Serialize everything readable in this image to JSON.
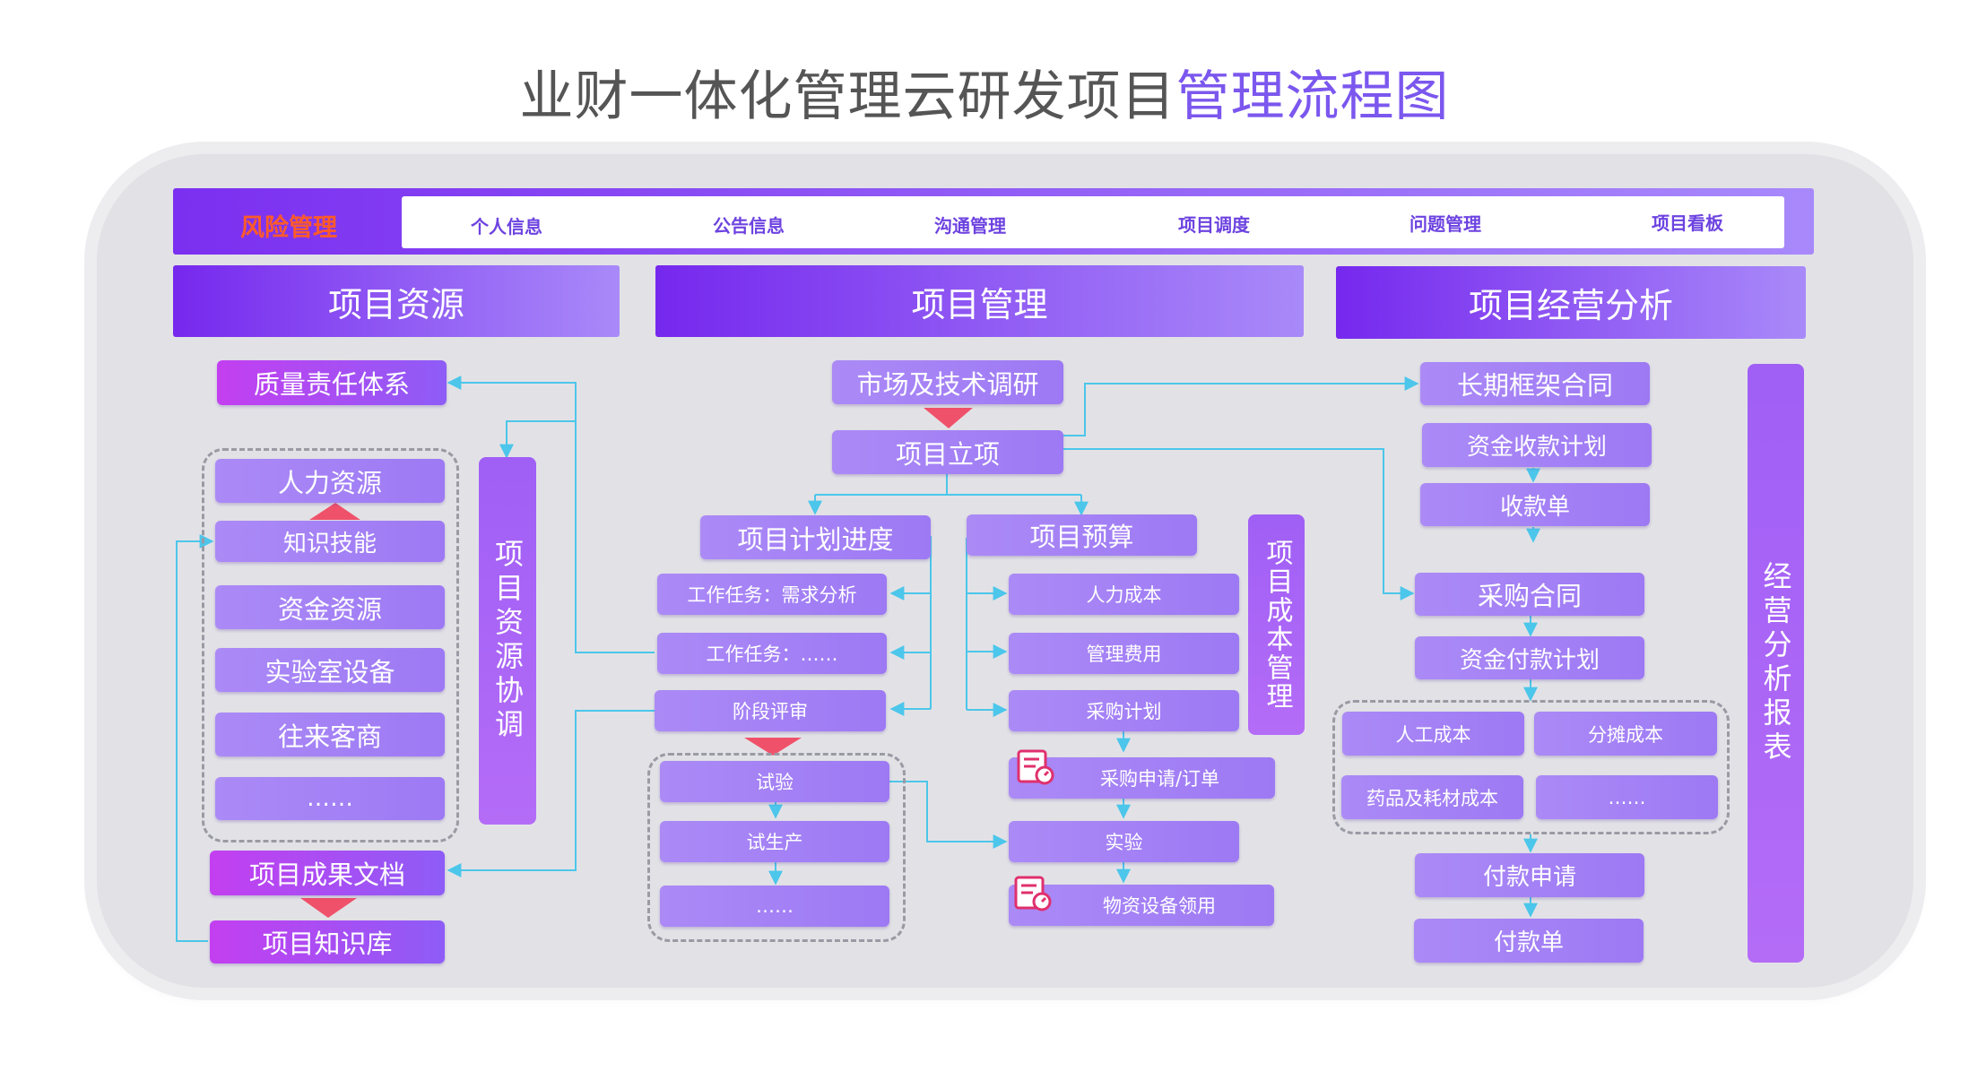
{
  "title": {
    "main": "业财一体化管理云研发项目",
    "highlight": "管理流程图"
  },
  "topbar": {
    "label": "风险管理",
    "items": [
      "个人信息",
      "公告信息",
      "沟通管理",
      "项目调度",
      "问题管理",
      "项目看板"
    ]
  },
  "headers": {
    "resources": "项目资源",
    "management": "项目管理",
    "analysis": "项目经营分析"
  },
  "left": {
    "quality": "质量责任体系",
    "group": [
      "人力资源",
      "知识技能",
      "资金资源",
      "实验室设备",
      "往来客商",
      "……"
    ],
    "coordination": "项目资源协调",
    "results": "项目成果文档",
    "knowledge": "项目知识库"
  },
  "middle": {
    "research": "市场及技术调研",
    "approval": "项目立项",
    "plan": "项目计划进度",
    "task1": "工作任务：需求分析",
    "task2": "工作任务：……",
    "review": "阶段评审",
    "trial_group": [
      "试验",
      "试生产",
      "……"
    ],
    "budget": "项目预算",
    "budget_items": [
      "人力成本",
      "管理费用",
      "采购计划",
      "采购申请/订单",
      "实验",
      "物资设备领用"
    ],
    "cost_mgmt": "项目成本管理"
  },
  "right": {
    "contract": "长期框架合同",
    "collect_plan": "资金收款计划",
    "receipt": "收款单",
    "purchase": "采购合同",
    "pay_plan": "资金付款计划",
    "costs": [
      "人工成本",
      "分摊成本",
      "药品及耗材成本",
      "……"
    ],
    "pay_request": "付款申请",
    "payment": "付款单",
    "report": "经营分析报表"
  },
  "colors": {
    "accent": "#7b57ee",
    "risk": "#ff5a2b",
    "line": "#4cc6ea",
    "triangle": "#f0516a"
  }
}
